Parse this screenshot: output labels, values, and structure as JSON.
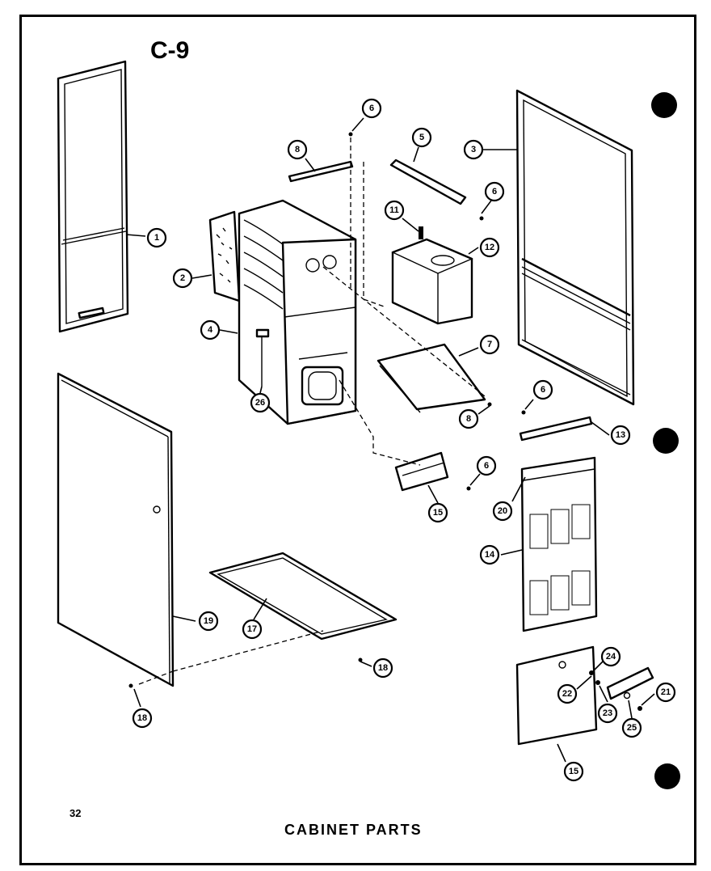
{
  "sheet": {
    "code": "C-9",
    "page_number": "32",
    "title": "CABINET PARTS"
  },
  "callouts": [
    {
      "id": "c1",
      "label": "1"
    },
    {
      "id": "c2",
      "label": "2"
    },
    {
      "id": "c3",
      "label": "3"
    },
    {
      "id": "c4",
      "label": "4"
    },
    {
      "id": "c5",
      "label": "5"
    },
    {
      "id": "c6a",
      "label": "6"
    },
    {
      "id": "c6b",
      "label": "6"
    },
    {
      "id": "c6c",
      "label": "6"
    },
    {
      "id": "c6d",
      "label": "6"
    },
    {
      "id": "c7",
      "label": "7"
    },
    {
      "id": "c8a",
      "label": "8"
    },
    {
      "id": "c8b",
      "label": "8"
    },
    {
      "id": "c11",
      "label": "11"
    },
    {
      "id": "c12",
      "label": "12"
    },
    {
      "id": "c13",
      "label": "13"
    },
    {
      "id": "c14",
      "label": "14"
    },
    {
      "id": "c15a",
      "label": "15"
    },
    {
      "id": "c15b",
      "label": "15"
    },
    {
      "id": "c17",
      "label": "17"
    },
    {
      "id": "c18a",
      "label": "18"
    },
    {
      "id": "c18b",
      "label": "18"
    },
    {
      "id": "c19",
      "label": "19"
    },
    {
      "id": "c20",
      "label": "20"
    },
    {
      "id": "c21",
      "label": "21"
    },
    {
      "id": "c22",
      "label": "22"
    },
    {
      "id": "c23",
      "label": "23"
    },
    {
      "id": "c24",
      "label": "24"
    },
    {
      "id": "c25",
      "label": "25"
    },
    {
      "id": "c26",
      "label": "26"
    }
  ]
}
